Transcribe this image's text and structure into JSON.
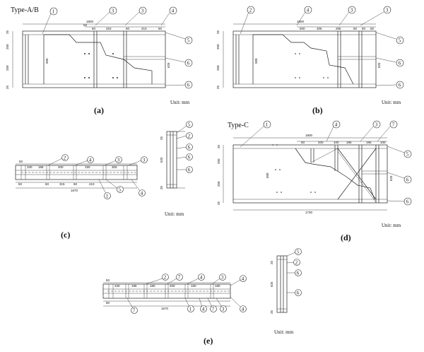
{
  "panels": {
    "a": {
      "type_label": "Type-A/B",
      "caption": "(a)",
      "unit": "Unit: mm",
      "callouts": [
        "1",
        "3",
        "3",
        "4",
        "5",
        "6",
        "6"
      ],
      "dims": [
        "1800",
        "50",
        "60",
        "315",
        "60",
        "410",
        "50",
        "250",
        "250",
        "25",
        "25",
        "500",
        "625"
      ]
    },
    "b": {
      "caption": "(b)",
      "unit": "Unit: mm",
      "callouts": [
        "2",
        "4",
        "3",
        "3",
        "5",
        "6",
        "6"
      ],
      "dims": [
        "1800",
        "500",
        "305",
        "255",
        "50",
        "50",
        "50",
        "250",
        "250",
        "25",
        "25",
        "500",
        "625"
      ]
    },
    "c": {
      "caption": "(c)",
      "unit": "Unit: mm",
      "callouts_main": [
        "2",
        "4",
        "3",
        "3",
        "1",
        "5",
        "4"
      ],
      "callouts_side": [
        "5",
        "2",
        "6",
        "6",
        "6"
      ],
      "dims": [
        "50",
        "100",
        "185",
        "200",
        "150",
        "300",
        "50",
        "60",
        "315",
        "60",
        "410",
        "1670",
        "25",
        "625",
        "25"
      ]
    },
    "d": {
      "type_label": "Type-C",
      "caption": "(d)",
      "unit": "Unit: mm",
      "callouts": [
        "1",
        "4",
        "3",
        "7",
        "5",
        "6",
        "6"
      ],
      "dims": [
        "1800",
        "50",
        "200",
        "100",
        "185",
        "195",
        "100",
        "250",
        "250",
        "25",
        "25",
        "500",
        "625",
        "1730"
      ]
    },
    "e": {
      "caption": "(e)",
      "unit": "Unit: mm",
      "callouts_main": [
        "2",
        "7",
        "4",
        "3",
        "4",
        "7",
        "1",
        "4",
        "7",
        "3",
        "4"
      ],
      "callouts_side": [
        "5",
        "2",
        "6",
        "6"
      ],
      "dims": [
        "50",
        "100",
        "195",
        "180",
        "200",
        "150",
        "180",
        "50",
        "1670",
        "25",
        "625",
        "25"
      ]
    }
  }
}
